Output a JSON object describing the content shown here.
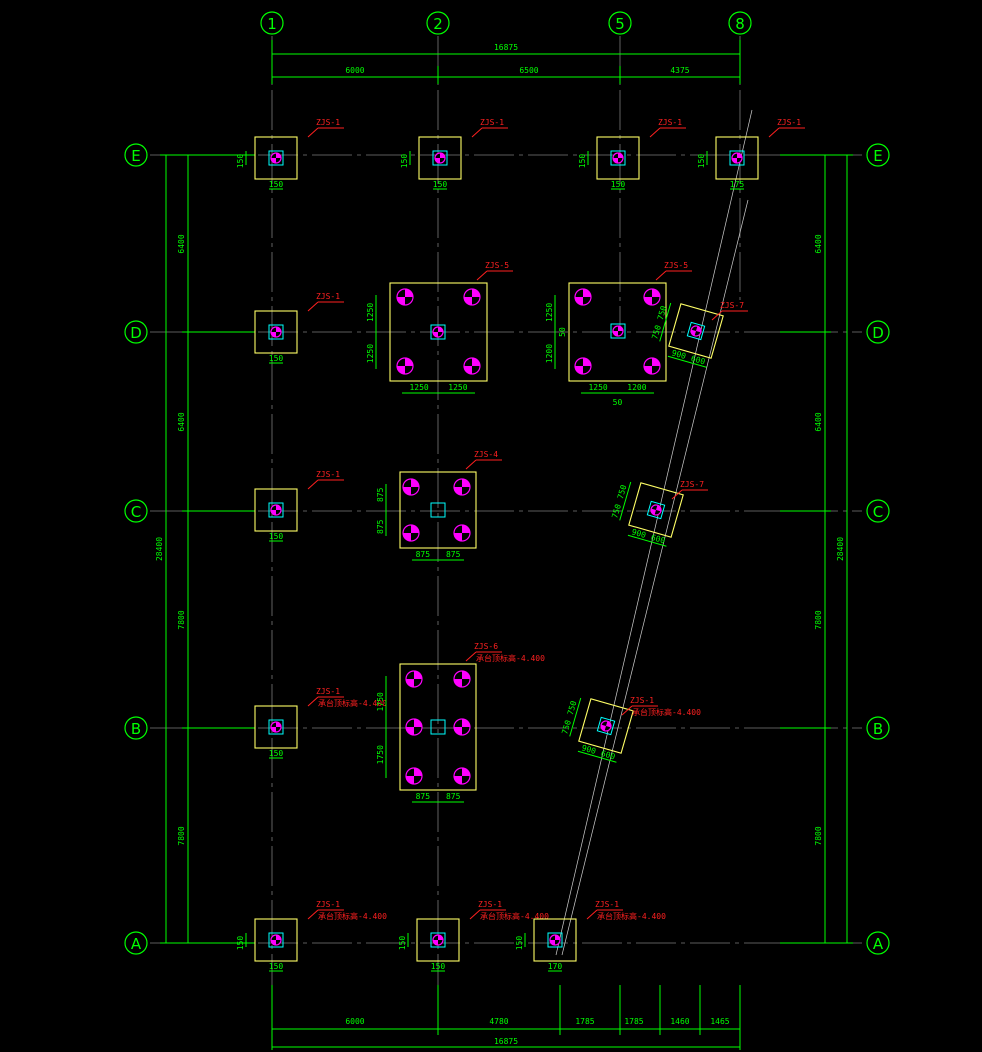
{
  "grid": {
    "columns": [
      "1",
      "2",
      "5",
      "8"
    ],
    "rows": [
      "E",
      "D",
      "C",
      "B",
      "A"
    ]
  },
  "dimensions": {
    "top_total": "16875",
    "top_segments": [
      "6000",
      "6500",
      "4375"
    ],
    "bottom_segments": [
      "6000",
      "4780",
      "1785",
      "1785",
      "1460",
      "1465"
    ],
    "bottom_total": "16875",
    "left_segments": [
      "6400",
      "6400",
      "7800",
      "7800"
    ],
    "left_total": "28400",
    "right_segments": [
      "6400",
      "6400",
      "7800",
      "7800"
    ],
    "right_total": "28400"
  },
  "caps": [
    {
      "id": "e1",
      "label": "ZJS-1",
      "d1": "150",
      "d2": "150"
    },
    {
      "id": "e2",
      "label": "ZJS-1",
      "d1": "150",
      "d2": "150"
    },
    {
      "id": "e5",
      "label": "ZJS-1",
      "d1": "150",
      "d2": "150"
    },
    {
      "id": "e8",
      "label": "ZJS-1",
      "d1": "150",
      "d2": "175"
    },
    {
      "id": "d1",
      "label": "ZJS-1",
      "d1": "150"
    },
    {
      "id": "d2",
      "label": "ZJS-5",
      "v1": "1250",
      "v2": "1250",
      "h1": "1250",
      "h2": "1250"
    },
    {
      "id": "d5",
      "label": "ZJS-5",
      "v1": "1250",
      "v2": "1200",
      "v3": "50",
      "h1": "1250",
      "h2": "1200",
      "h3": "50"
    },
    {
      "id": "d8",
      "label": "ZJS-7",
      "a1": "750",
      "a2": "750",
      "b1": "900",
      "b2": "600"
    },
    {
      "id": "c1",
      "label": "ZJS-1",
      "d1": "150"
    },
    {
      "id": "c2",
      "label": "ZJS-4",
      "v1": "875",
      "v2": "875",
      "h1": "875",
      "h2": "875"
    },
    {
      "id": "c5",
      "label": "ZJS-7",
      "a1": "750",
      "a2": "750",
      "b1": "900",
      "b2": "600"
    },
    {
      "id": "b1",
      "label": "ZJS-1",
      "note": "承台顶标高-4.400",
      "d1": "150"
    },
    {
      "id": "b2",
      "label": "ZJS-6",
      "note": "承台顶标高-4.400",
      "v1": "1750",
      "v2": "1750",
      "h1": "875",
      "h2": "875"
    },
    {
      "id": "b5",
      "label": "ZJS-1",
      "note": "承台顶标高-4.400",
      "a1": "750",
      "a2": "750",
      "b1": "900",
      "b2": "600"
    },
    {
      "id": "a1",
      "label": "ZJS-1",
      "note": "承台顶标高-4.400",
      "d1": "150",
      "d2": "150"
    },
    {
      "id": "a2",
      "label": "ZJS-1",
      "note": "承台顶标高-4.400",
      "d1": "150"
    },
    {
      "id": "a5",
      "label": "ZJS-1",
      "note": "承台顶标高-4.400",
      "d1": "150",
      "d2": "170"
    }
  ],
  "colors": {
    "background": "#000000",
    "dimension": "#00ff00",
    "cap": "#ffff66",
    "pile": "#ff00ff",
    "column": "#00ffff",
    "tag": "#ff2020",
    "axis": "#7a7a7a"
  }
}
